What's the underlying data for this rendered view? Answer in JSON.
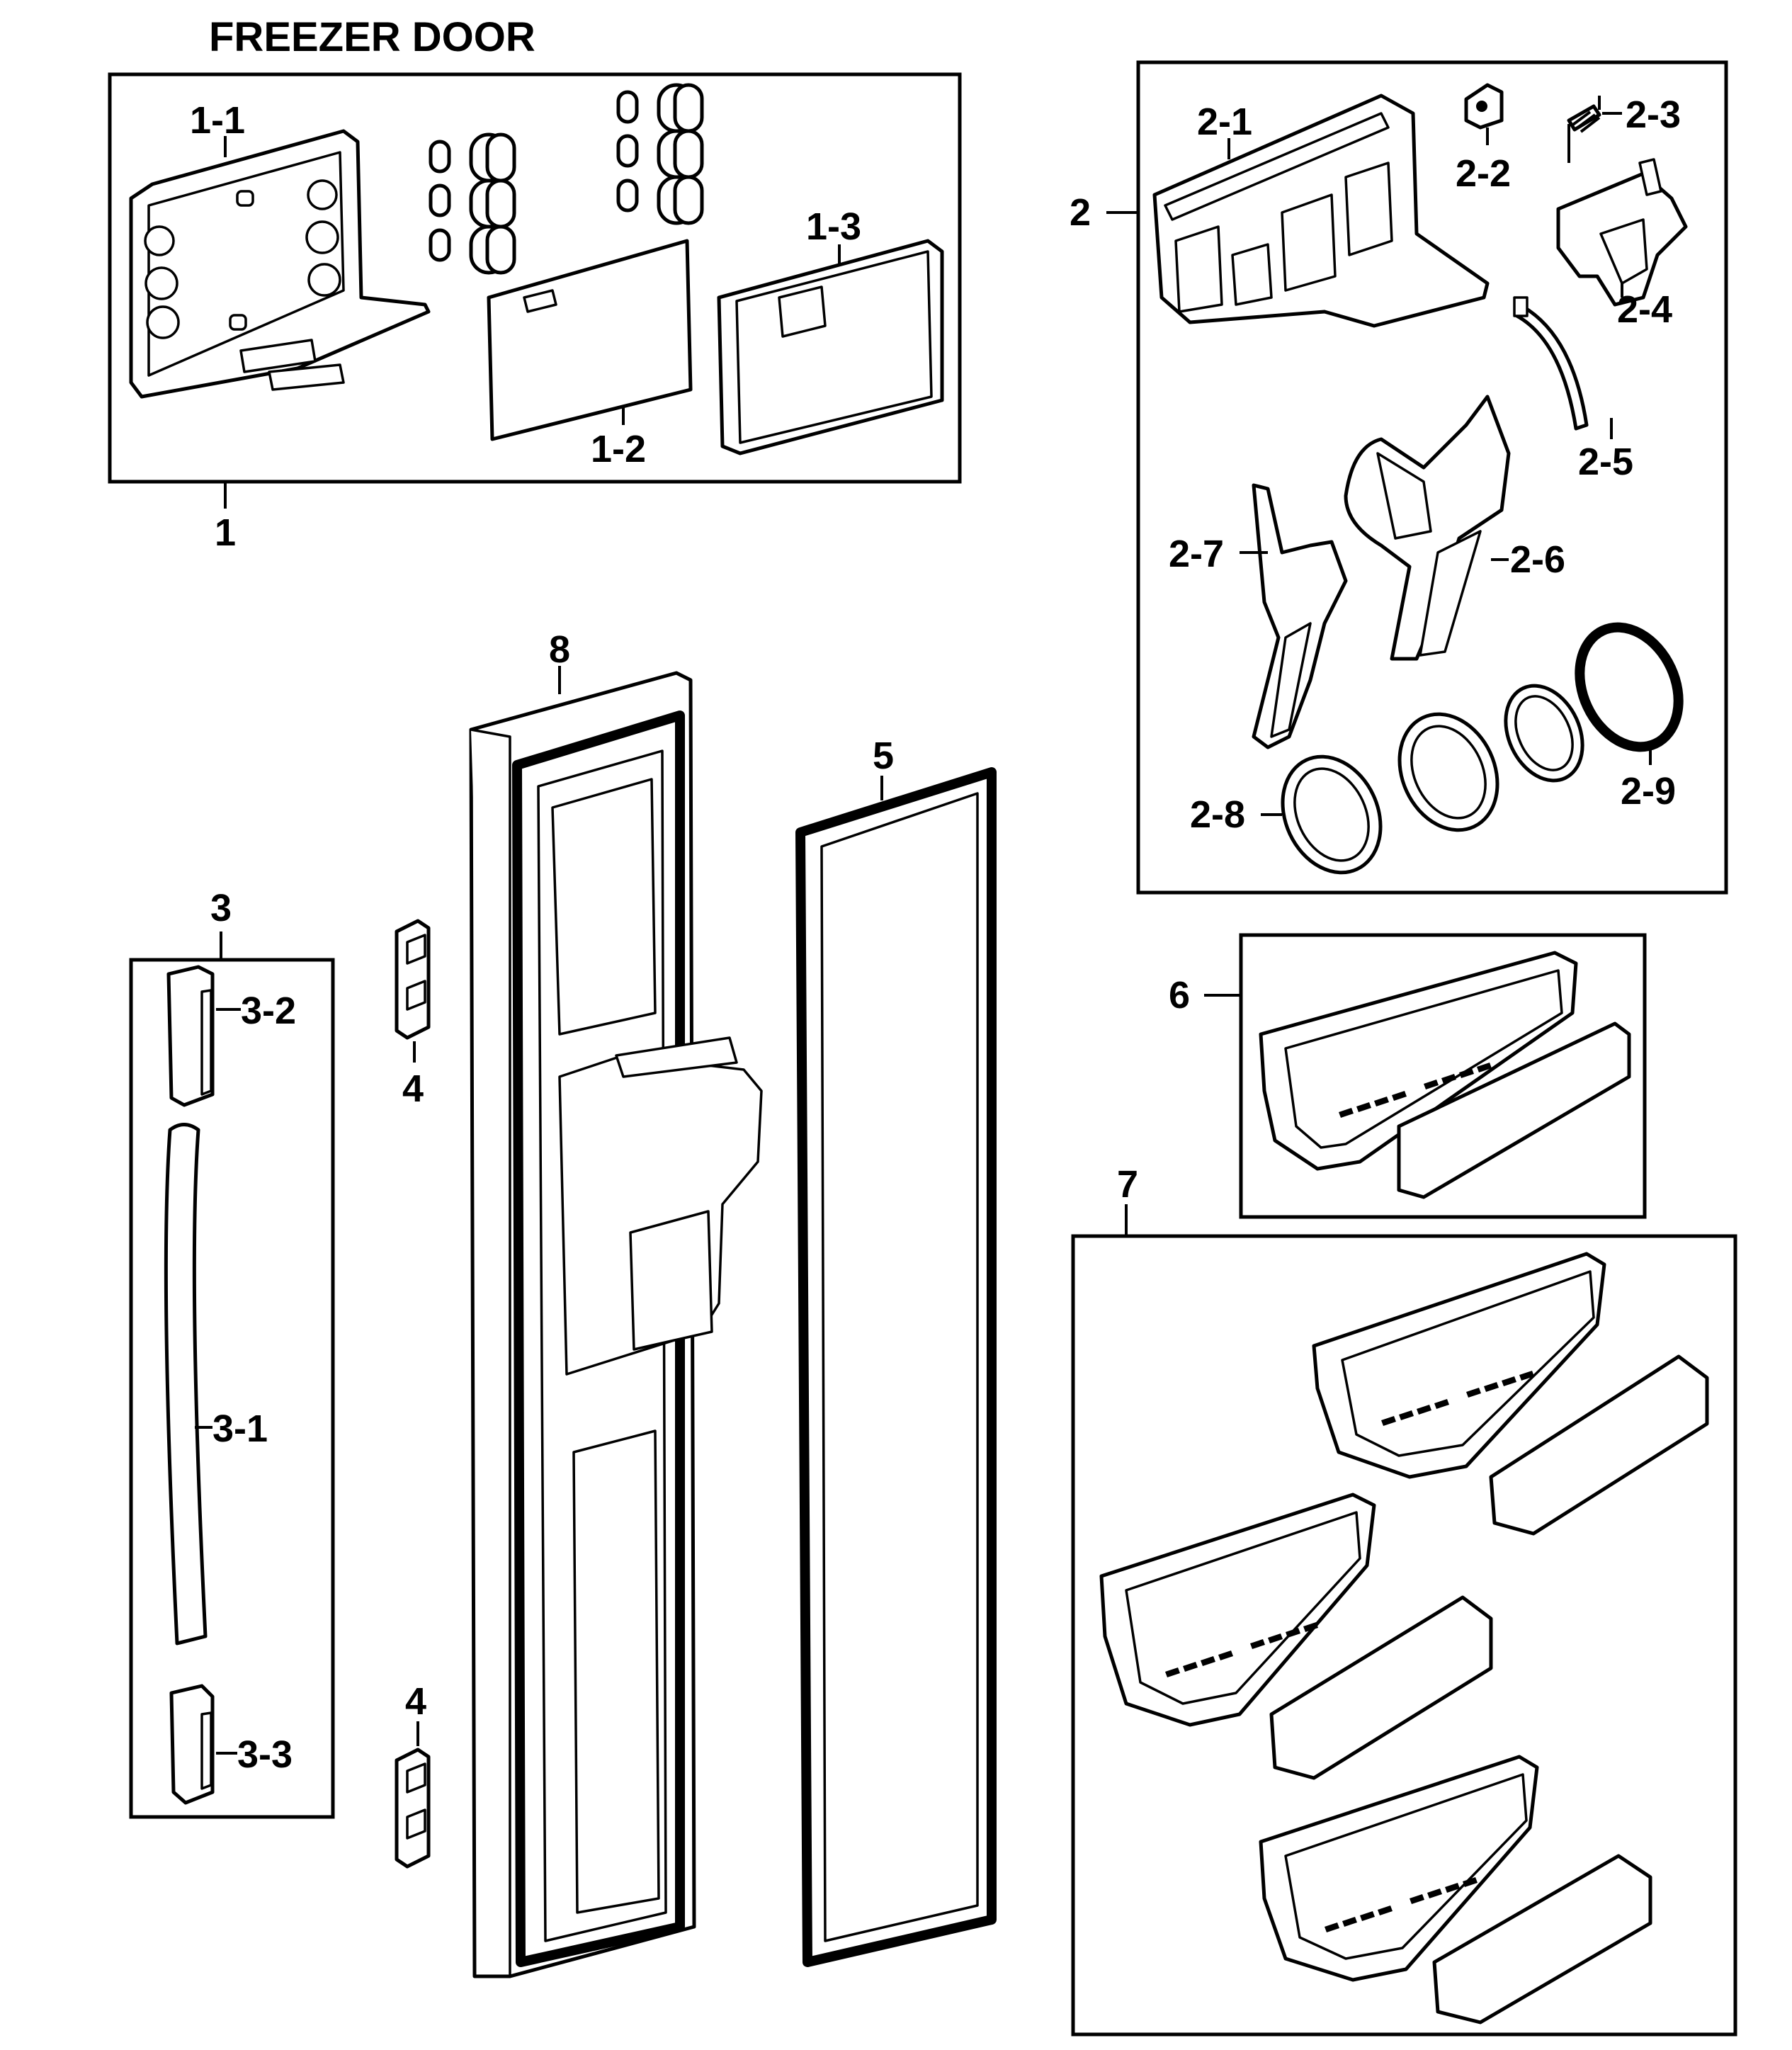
{
  "title": "FREEZER DOOR",
  "labels": {
    "l1": "1",
    "l1_1": "1-1",
    "l1_2": "1-2",
    "l1_3": "1-3",
    "l2": "2",
    "l2_1": "2-1",
    "l2_2": "2-2",
    "l2_3": "2-3",
    "l2_4": "2-4",
    "l2_5": "2-5",
    "l2_6": "2-6",
    "l2_7": "2-7",
    "l2_8": "2-8",
    "l2_9": "2-9",
    "l3": "3",
    "l3_1": "3-1",
    "l3_2": "3-2",
    "l3_3": "3-3",
    "l4a": "4",
    "l4b": "4",
    "l5": "5",
    "l6": "6",
    "l7": "7",
    "l8": "8"
  }
}
